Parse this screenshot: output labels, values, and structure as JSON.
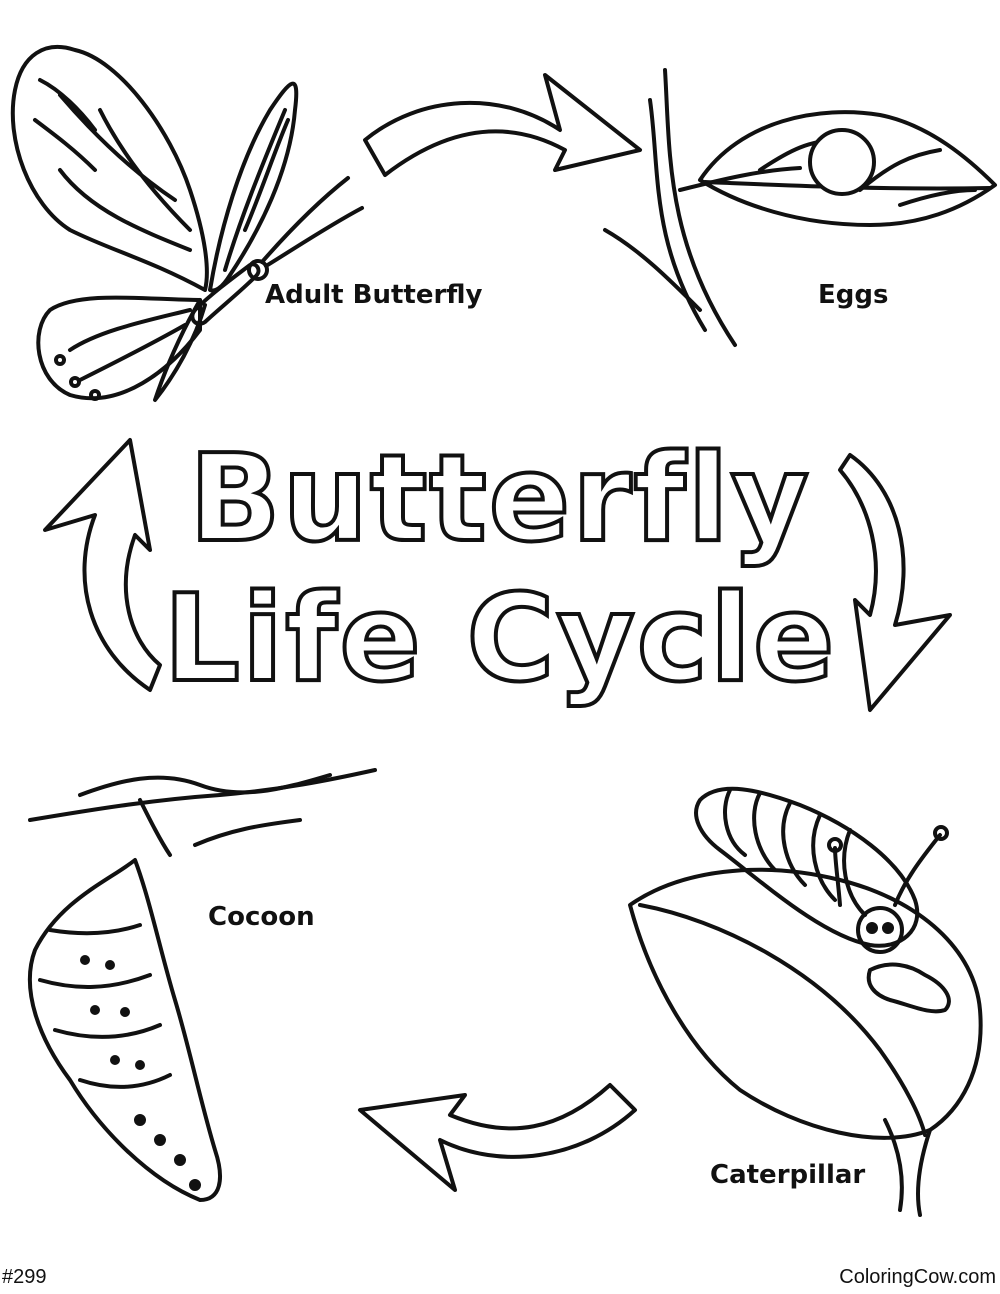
{
  "title": {
    "line1": "Butterfly",
    "line2": "Life Cycle"
  },
  "stages": {
    "adult": "Adult Butterfly",
    "eggs": "Eggs",
    "caterpillar": "Caterpillar",
    "cocoon": "Cocoon"
  },
  "footer": {
    "number": "#299",
    "site": "ColoringCow.com"
  },
  "icons": [
    "butterfly-icon",
    "egg-on-leaf-icon",
    "caterpillar-on-leaf-icon",
    "chrysalis-icon",
    "cycle-arrow-icon"
  ],
  "colors": {
    "ink": "#111111",
    "paper": "#ffffff"
  }
}
